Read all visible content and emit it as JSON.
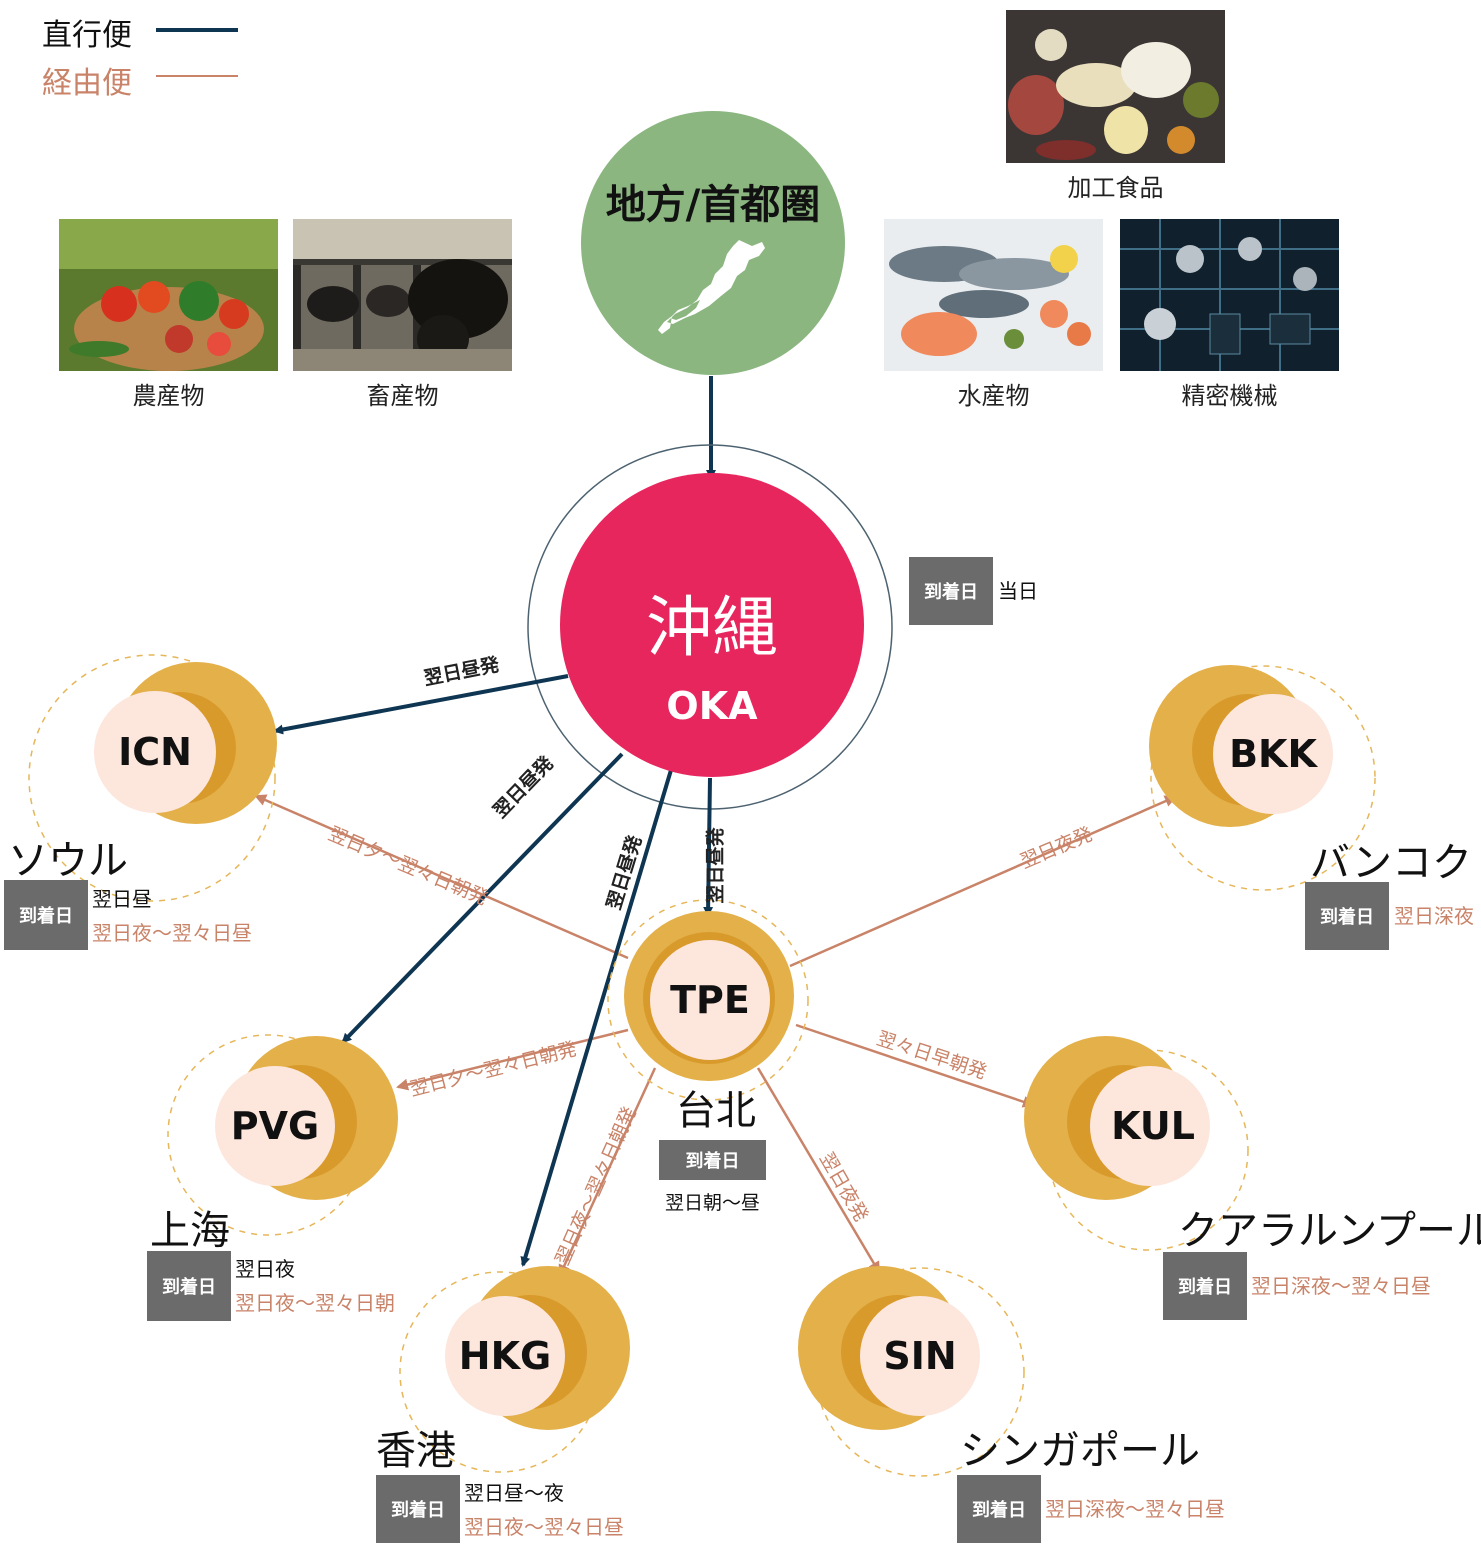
{
  "legend": {
    "direct_label": "直行便",
    "direct_color": "#0e3552",
    "transit_label": "経由便",
    "transit_color": "#c98368"
  },
  "source": {
    "label": "地方/首都圏",
    "color": "#8bb680",
    "map_icon": "japan-map-icon"
  },
  "products": [
    {
      "label": "農産物",
      "icon": "vegetable-basket-photo"
    },
    {
      "label": "畜産物",
      "icon": "cattle-photo"
    },
    {
      "label": "加工食品",
      "icon": "processed-food-photo"
    },
    {
      "label": "水産物",
      "icon": "seafood-photo"
    },
    {
      "label": "精密機械",
      "icon": "circuit-board-photo"
    }
  ],
  "hub": {
    "name": "沖縄",
    "code": "OKA",
    "color": "#e8265e",
    "arrival_label": "到着日",
    "arrival_value": "当日"
  },
  "transit_hub": {
    "code": "TPE",
    "name": "台北",
    "arrival_label": "到着日",
    "arrival_value": "翌日朝〜昼"
  },
  "destinations": [
    {
      "code": "ICN",
      "name": "ソウル",
      "arrival_label": "到着日",
      "direct": "翌日昼",
      "transit": "翌日夜〜翌々日昼"
    },
    {
      "code": "BKK",
      "name": "バンコク",
      "arrival_label": "到着日",
      "transit": "翌日深夜"
    },
    {
      "code": "PVG",
      "name": "上海",
      "arrival_label": "到着日",
      "direct": "翌日夜",
      "transit": "翌日夜〜翌々日朝"
    },
    {
      "code": "KUL",
      "name": "クアラルンプール",
      "arrival_label": "到着日",
      "transit": "翌日深夜〜翌々日昼"
    },
    {
      "code": "HKG",
      "name": "香港",
      "arrival_label": "到着日",
      "direct": "翌日昼〜夜",
      "transit": "翌日夜〜翌々日昼"
    },
    {
      "code": "SIN",
      "name": "シンガポール",
      "arrival_label": "到着日",
      "transit": "翌日深夜〜翌々日昼"
    }
  ],
  "routes": {
    "oka_icn": "翌日昼発",
    "oka_pvg": "翌日昼発",
    "oka_hkg": "翌日昼発",
    "oka_tpe": "翌日昼発",
    "tpe_icn": "翌日夕〜翌々日朝発",
    "tpe_bkk": "翌日夜発",
    "tpe_pvg": "翌日夕〜翌々日朝発",
    "tpe_kul": "翌々日早朝発",
    "tpe_hkg": "翌日夜〜翌々日朝発",
    "tpe_sin": "翌日夜発"
  }
}
